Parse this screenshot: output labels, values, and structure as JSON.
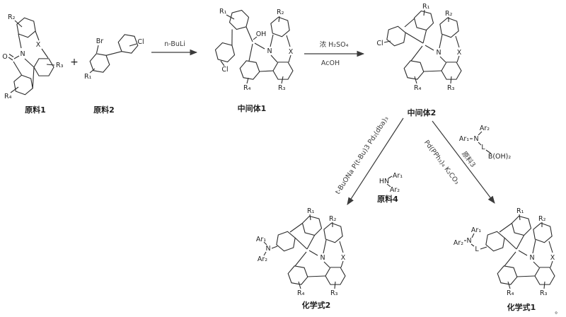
{
  "colors": {
    "ink": "#2b2b2b",
    "background": "#ffffff"
  },
  "labels": {
    "r1": "R₁",
    "r2": "R₂",
    "r3": "R₃",
    "r4": "R₄",
    "n": "N",
    "x": "X",
    "o": "O",
    "oh": "OH",
    "cl": "Cl",
    "br": "Br",
    "hn": "HN",
    "ar1": "Ar₁",
    "ar2": "Ar₂",
    "l": "L",
    "boh2": "B(OH)₂",
    "plus": "+",
    "period": "。"
  },
  "compounds": {
    "raw1": "原料1",
    "raw2": "原料2",
    "inter1": "中间体1",
    "inter2": "中间体2",
    "raw3": "原料3",
    "raw4": "原料4",
    "formula2": "化学式2",
    "formula1": "化学式1"
  },
  "reagents": {
    "step1": "n-BuLi",
    "step2_above": "浓 H₂SO₄",
    "step2_below": "AcOH",
    "amination": "t-BuONa  P(t-Bu)3  Pd₂(dba)₃",
    "suzuki": "Pd(PPh₃)₄  K₂CO₃"
  }
}
